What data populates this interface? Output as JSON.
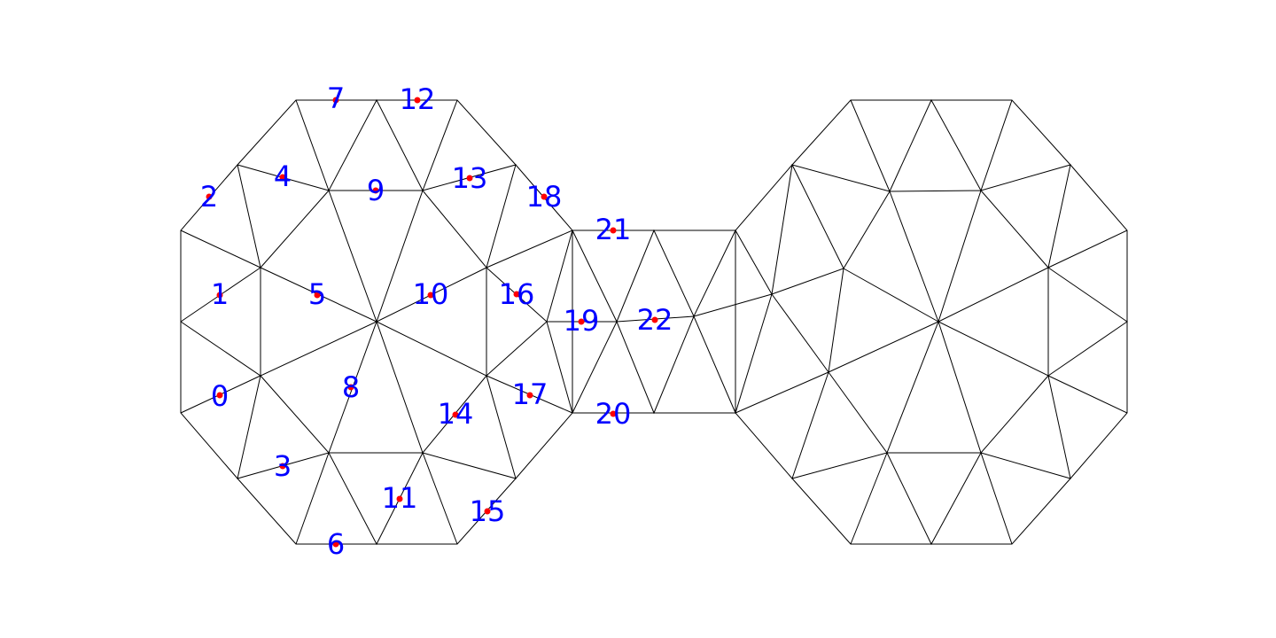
{
  "colors": {
    "edges": "#000000",
    "points": "#ff0000",
    "labels": "#0000ff"
  },
  "labels": {
    "l0": "0",
    "l1": "1",
    "l2": "2",
    "l3": "3",
    "l4": "4",
    "l5": "5",
    "l6": "6",
    "l7": "7",
    "l8": "8",
    "l9": "9",
    "l10": "10",
    "l11": "11",
    "l12": "12",
    "l13": "13",
    "l14": "14",
    "l15": "15",
    "l16": "16",
    "l17": "17",
    "l18": "18",
    "l19": "19",
    "l20": "20",
    "l21": "21",
    "l22": "22"
  }
}
